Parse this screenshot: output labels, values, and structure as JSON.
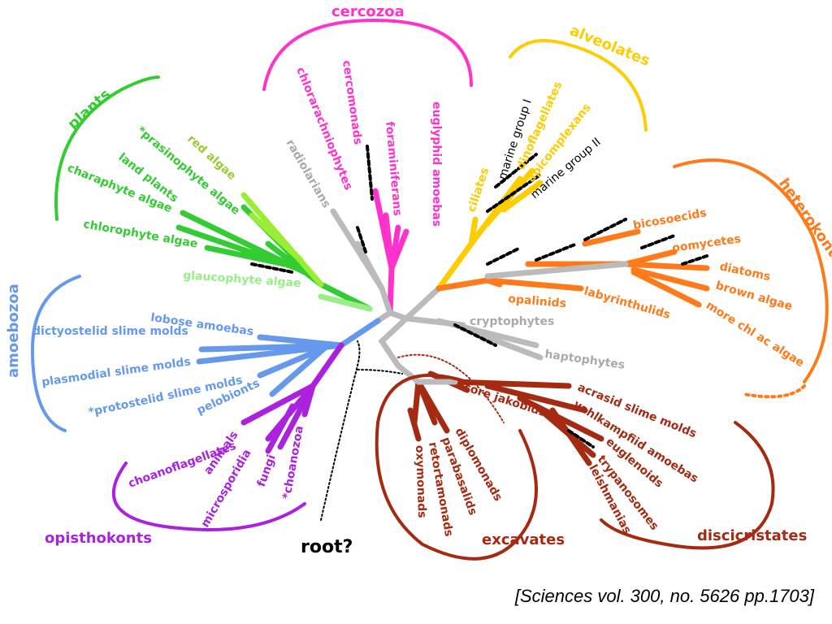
{
  "groups": {
    "cercozoa": "cercozoa",
    "alveolates": "alveolates",
    "plants": "plants",
    "heterokonts": "heterokonts",
    "amoebozoa": "amoebozoa",
    "opisthokonts": "opisthokonts",
    "excavates": "excavates",
    "discicristates": "discicristates"
  },
  "labels": {
    "radiolarians": "radiolarians",
    "chlorarachniophytes": "chlorarachniophytes",
    "cercomonads": "cercomonads",
    "foraminiferans": "foraminiferans",
    "euglyphid_amoebas": "euglyphid amoebas",
    "ciliates": "ciliates",
    "marine_group_1": "marine group I",
    "dinoflagellates": "dinoflagellates",
    "apicomplexans": "apicomplexans",
    "marine_group_2": "marine group II",
    "red_algae": "red algae",
    "prasinophyte_algae": "*prasinophyte algae",
    "land_plants": "land plants",
    "charaphyte_algae": "charaphyte algae",
    "chlorophyte_algae": "chlorophyte algae",
    "glaucophyte_algae": "glaucophyte algae",
    "bicosoecids": "bicosoecids",
    "oomycetes": "oomycetes",
    "diatoms": "diatoms",
    "brown_algae": "brown algae",
    "more_chl_ac_algae": "more chl ac algae",
    "opalinids": "opalinids",
    "labyrinthulids": "labyrinthulids",
    "cryptophytes": "cryptophytes",
    "haptophytes": "haptophytes",
    "lobose_amoebas": "lobose amoebas",
    "dictyostelid": "dictyostelid slime molds",
    "plasmodial": "plasmodial slime molds",
    "protostelid": "*protostelid slime molds",
    "pelobionts": "pelobionts",
    "choanoflagellates": "choanoflagellates",
    "animals": "animals",
    "microsporidia": "microsporidia",
    "fungi": "fungi",
    "choanozoa": "*choanozoa",
    "core_jakobids": "core jakobids",
    "diplomonads": "diplomonads",
    "parabasalids": "parabasalids",
    "retortamonads": "retortamonads",
    "oxymonads": "oxymonads",
    "acrasid": "acrasid slime molds",
    "vahlkampfiid": "vahlkampfiid amoebas",
    "euglenoids": "euglenoids",
    "trypanosomes": "trypanosomes",
    "leishmanias": "leishmanias",
    "root": "root?"
  },
  "citation": "[Sciences vol. 300, no. 5626 pp.1703]",
  "colors": {
    "cercozoa": "#ff33cc",
    "alveolates": "#ffcc00",
    "plants": "#33cc33",
    "plants_light": "#99ee33",
    "glauco": "#99ee88",
    "heterokonts": "#ff7a1a",
    "gray": "#bbbbbb",
    "amoebozoa": "#6699ee",
    "opisthokonts": "#aa22dd",
    "excavates": "#a52a12"
  }
}
